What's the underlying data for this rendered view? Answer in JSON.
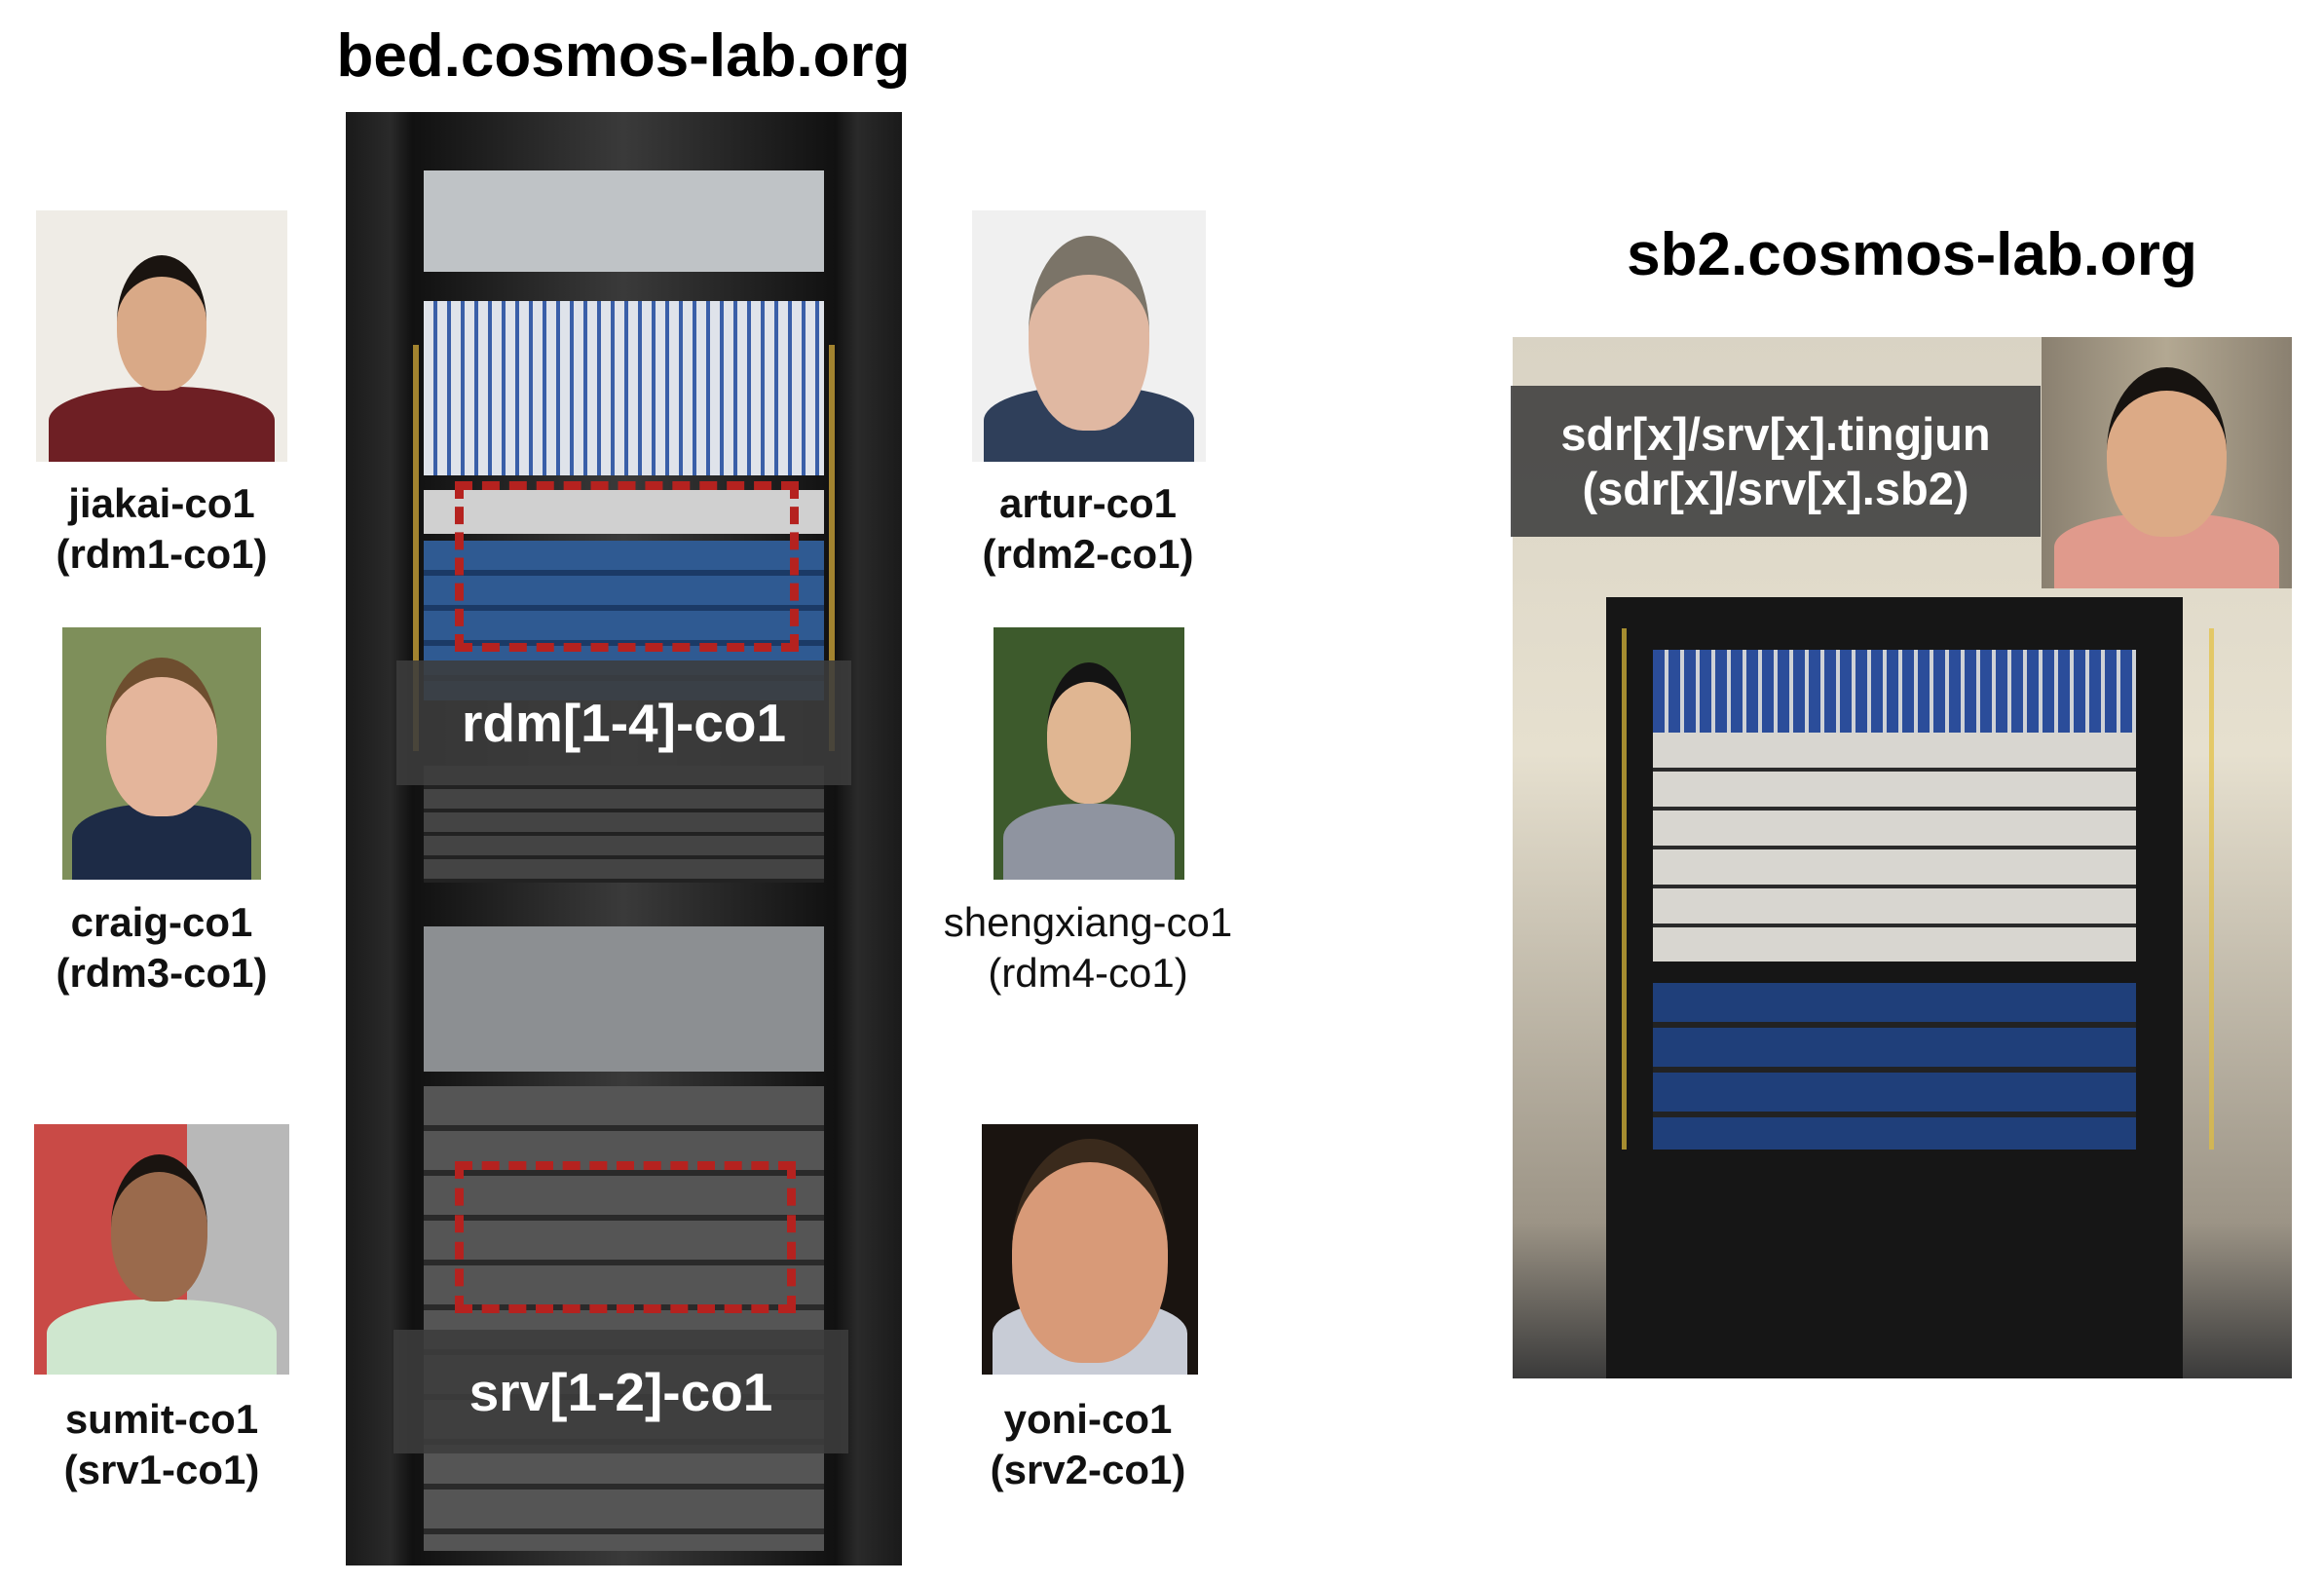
{
  "bed": {
    "title": "bed.cosmos-lab.org",
    "rdm_group_label": "rdm[1-4]-co1",
    "srv_group_label": "srv[1-2]-co1"
  },
  "people": [
    {
      "name": "jiakai-co1",
      "node": "(rdm1-co1)"
    },
    {
      "name": "craig-co1",
      "node": "(rdm3-co1)"
    },
    {
      "name": "sumit-co1",
      "node": "(srv1-co1)"
    },
    {
      "name": "artur-co1",
      "node": "(rdm2-co1)"
    },
    {
      "name": "shengxiang-co1",
      "node": "(rdm4-co1)"
    },
    {
      "name": "yoni-co1",
      "node": "(srv2-co1)"
    }
  ],
  "sb2": {
    "title": "sb2.cosmos-lab.org",
    "overlay_line1": "sdr[x]/srv[x].tingjun",
    "overlay_line2": "(sdr[x]/srv[x].sb2)"
  },
  "colors": {
    "dash": "#b5221f",
    "overlay": "#3c3c3c"
  }
}
